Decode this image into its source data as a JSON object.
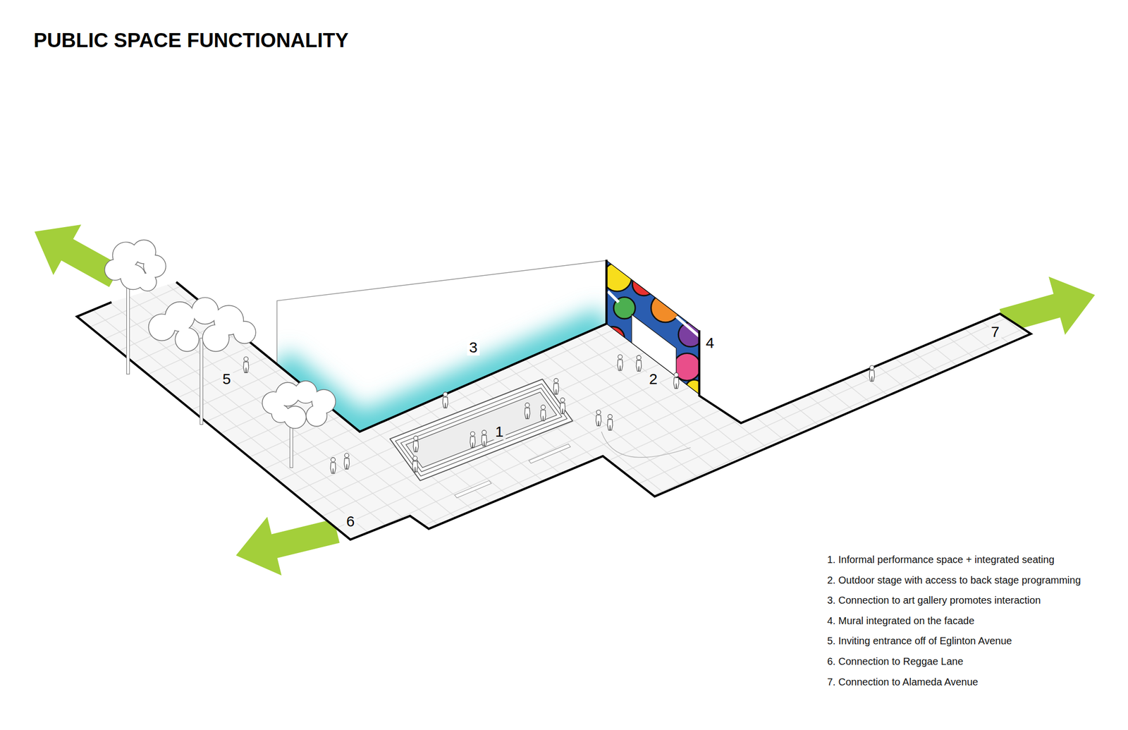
{
  "diagram": {
    "title": "PUBLIC SPACE FUNCTIONALITY",
    "labels": [
      "3",
      "4",
      "7",
      "2",
      "5",
      "1",
      "6",
      "1. Informal performance space + integrated seating",
      "2. Outdoor stage with access to back stage programming",
      "3. Connection to art gallery promotes interaction",
      "4. Mural integrated on the facade",
      "5. Inviting entrance off of Eglinton Avenue",
      "6. Connection to Reggae Lane",
      "7. Connection to Alameda Avenue"
    ]
  }
}
